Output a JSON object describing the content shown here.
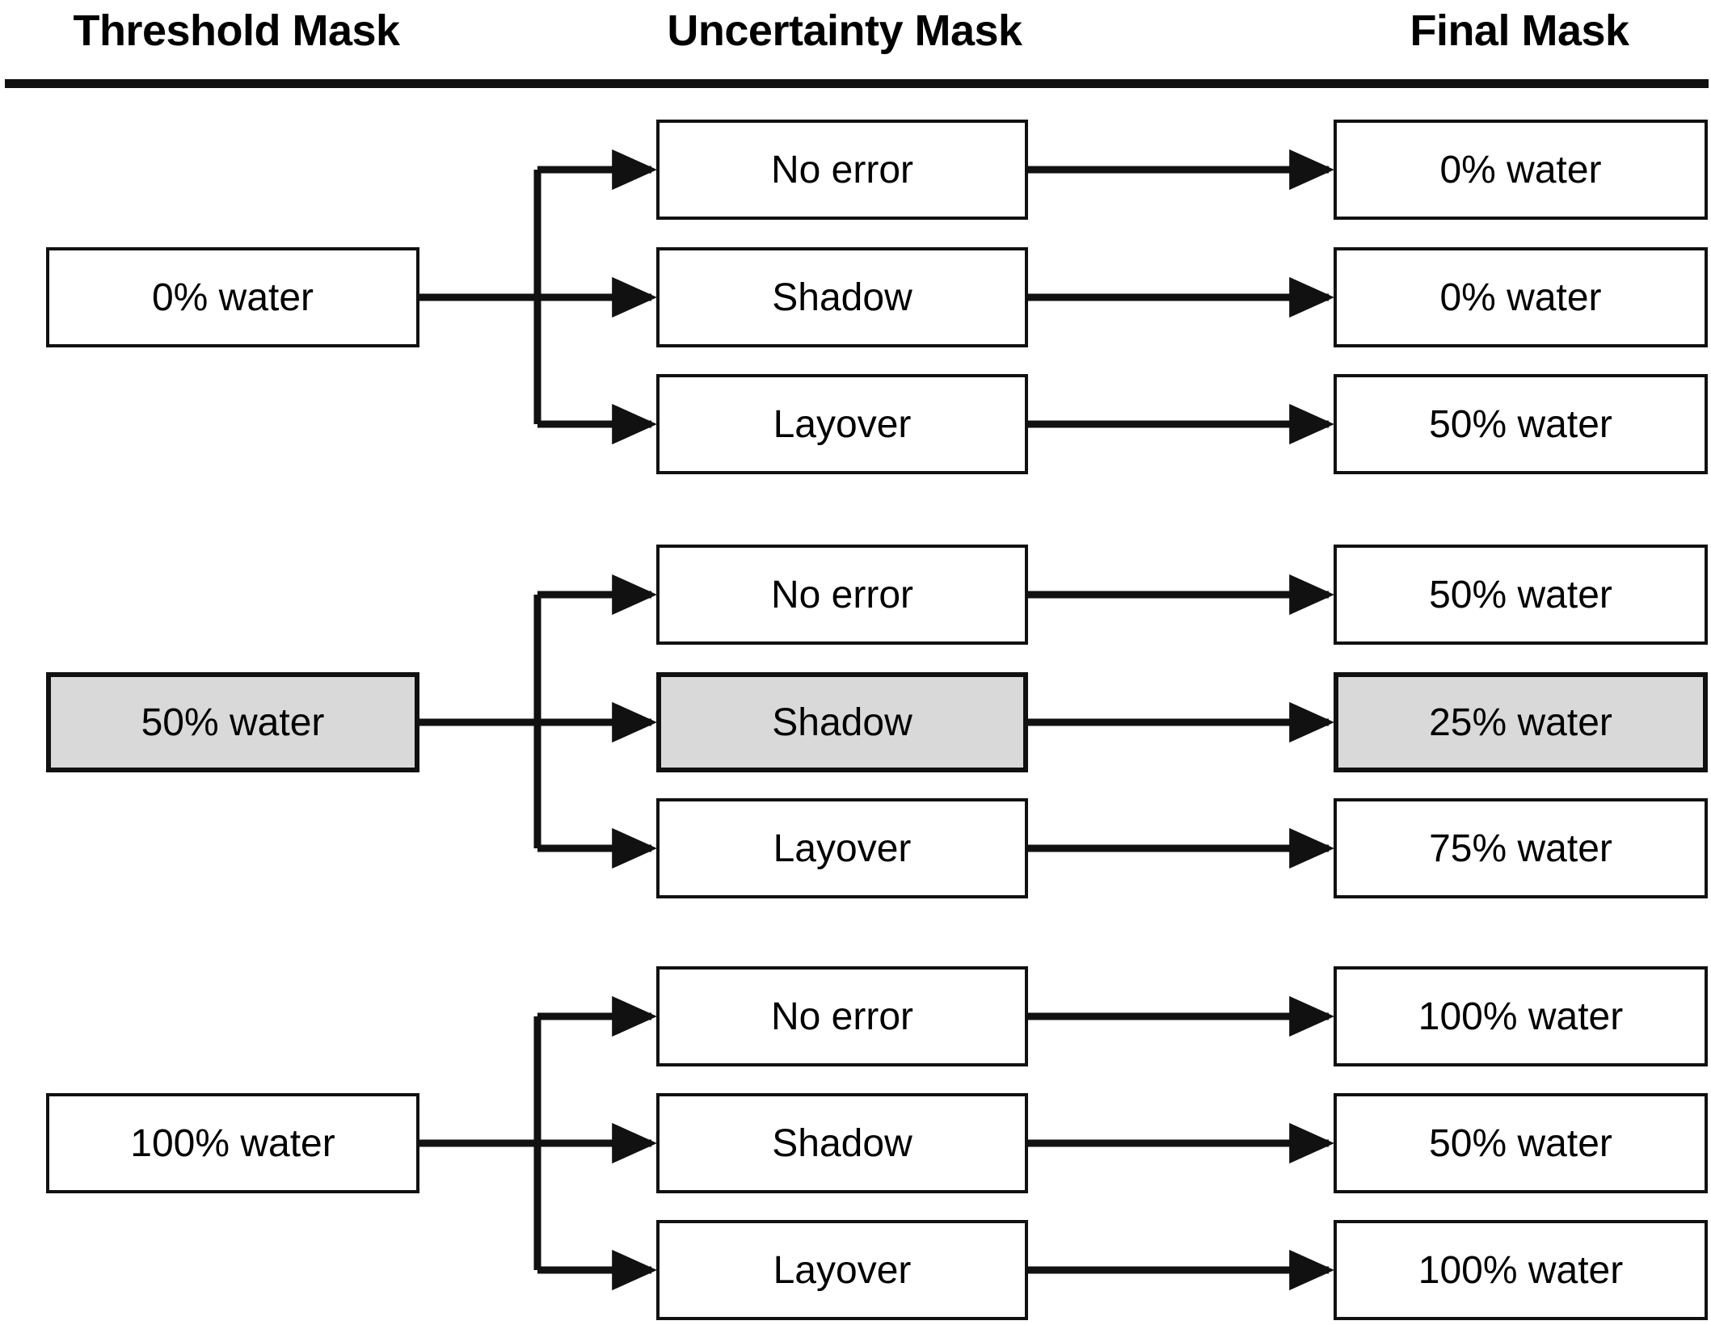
{
  "headers": {
    "threshold": "Threshold Mask",
    "uncertainty": "Uncertainty Mask",
    "final": "Final Mask"
  },
  "colors": {
    "line": "#111111",
    "box_fill": "#ffffff",
    "shaded_fill": "#d9d9d9",
    "text": "#000000"
  },
  "chart_data": {
    "type": "diagram",
    "title": "Threshold Mask / Uncertainty Mask / Final Mask decision tree",
    "columns": [
      "Threshold Mask",
      "Uncertainty Mask",
      "Final Mask"
    ],
    "groups": [
      {
        "threshold": "0% water",
        "threshold_shaded": false,
        "branches": [
          {
            "uncertainty": "No error",
            "final": "0% water",
            "shaded": false
          },
          {
            "uncertainty": "Shadow",
            "final": "0% water",
            "shaded": false
          },
          {
            "uncertainty": "Layover",
            "final": "50% water",
            "shaded": false
          }
        ]
      },
      {
        "threshold": "50% water",
        "threshold_shaded": true,
        "branches": [
          {
            "uncertainty": "No error",
            "final": "50% water",
            "shaded": false
          },
          {
            "uncertainty": "Shadow",
            "final": "25% water",
            "shaded": true
          },
          {
            "uncertainty": "Layover",
            "final": "75% water",
            "shaded": false
          }
        ]
      },
      {
        "threshold": "100% water",
        "threshold_shaded": false,
        "branches": [
          {
            "uncertainty": "No error",
            "final": "100% water",
            "shaded": false
          },
          {
            "uncertainty": "Shadow",
            "final": "50% water",
            "shaded": false
          },
          {
            "uncertainty": "Layover",
            "final": "100% water",
            "shaded": false
          }
        ]
      }
    ]
  },
  "groups": [
    {
      "threshold": {
        "label": "0% water"
      },
      "rows": [
        {
          "uncertainty": "No error",
          "final": "0% water"
        },
        {
          "uncertainty": "Shadow",
          "final": "0% water"
        },
        {
          "uncertainty": "Layover",
          "final": "50% water"
        }
      ]
    },
    {
      "threshold": {
        "label": "50% water"
      },
      "rows": [
        {
          "uncertainty": "No error",
          "final": "50% water"
        },
        {
          "uncertainty": "Shadow",
          "final": "25% water"
        },
        {
          "uncertainty": "Layover",
          "final": "75% water"
        }
      ]
    },
    {
      "threshold": {
        "label": "100% water"
      },
      "rows": [
        {
          "uncertainty": "No error",
          "final": "100% water"
        },
        {
          "uncertainty": "Shadow",
          "final": "50% water"
        },
        {
          "uncertainty": "Layover",
          "final": "100% water"
        }
      ]
    }
  ]
}
